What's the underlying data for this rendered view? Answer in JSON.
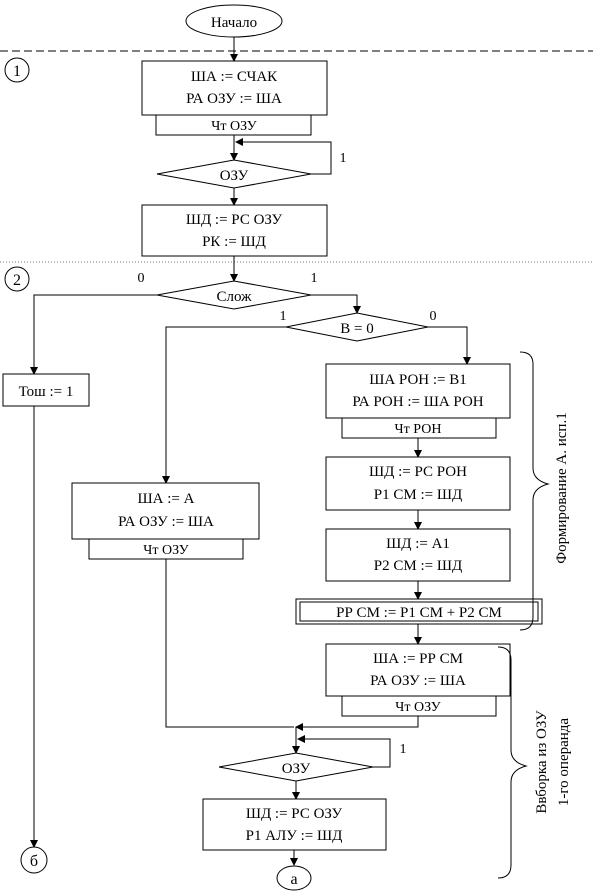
{
  "start": {
    "label": "Начало"
  },
  "sections": [
    {
      "number": "1"
    },
    {
      "number": "2"
    }
  ],
  "block1": {
    "line1": "ША := СЧАК",
    "line2": "РА ОЗУ := ША",
    "read": "Чт ОЗУ"
  },
  "wait1": {
    "label": "ОЗУ",
    "loop": "1"
  },
  "block2": {
    "line1": "ШД := РС ОЗУ",
    "line2": "РК := ШД"
  },
  "decision_add": {
    "label": "Слож",
    "no": "0",
    "yes": "1"
  },
  "decision_b": {
    "label": "В = 0",
    "yes": "1",
    "no": "0"
  },
  "tosh": {
    "label": "Тош := 1"
  },
  "left_block": {
    "line1": "ША := А",
    "line2": "РА ОЗУ := ША",
    "read": "Чт ОЗУ"
  },
  "ron_block": {
    "line1": "ША РОН := В1",
    "line2": "РА РОН := ША РОН",
    "read": "Чт РОН"
  },
  "sm1_block": {
    "line1": "ШД := РС РОН",
    "line2": "Р1 СМ := ШД"
  },
  "sm2_block": {
    "line1": "ШД := А1",
    "line2": "Р2 СМ := ШД"
  },
  "sum_block": {
    "label": "РР СМ := Р1 СМ + Р2 СМ"
  },
  "addr_block": {
    "line1": "ША := РР СМ",
    "line2": "РА ОЗУ := ША",
    "read": "Чт ОЗУ"
  },
  "wait2": {
    "label": "ОЗУ",
    "loop": "1"
  },
  "final_block": {
    "line1": "ШД := РС ОЗУ",
    "line2": "Р1 АЛУ := ШД"
  },
  "connectors": {
    "b": "б",
    "a": "а"
  },
  "braces": {
    "formation": "Формирование А. исп.1",
    "fetch_line1": "Ввборка из ОЗУ",
    "fetch_line2": "1-го операнда"
  }
}
